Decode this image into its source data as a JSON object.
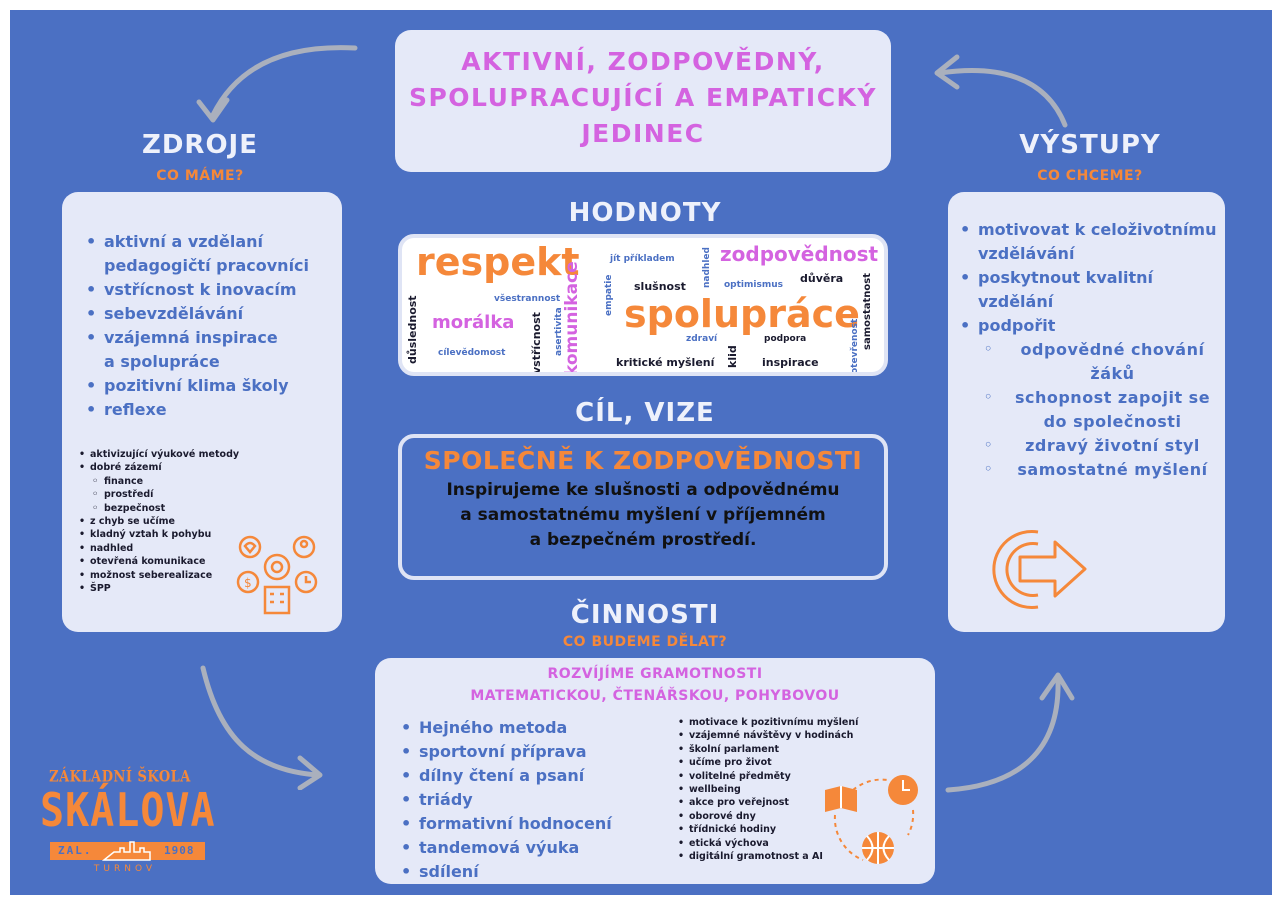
{
  "top_box": {
    "line1": "AKTIVNÍ, ZODPOVĚDNÝ,",
    "line2": "SPOLUPRACUJÍCÍ A EMPATICKÝ",
    "line3": "JEDINEC"
  },
  "zdroje": {
    "title": "ZDROJE",
    "subtitle": "CO MÁME?",
    "items": [
      "aktivní a vzdělaní",
      "pedagogičtí pracovníci",
      "vstřícnost k inovacím",
      "sebevzdělávání",
      "vzájemná inspirace",
      "a spolupráce",
      "pozitivní klima školy",
      "reflexe"
    ],
    "small_items": [
      "aktivizující výukové metody",
      "dobré zázemí",
      "finance",
      "prostředí",
      "bezpečnost",
      "z chyb se učíme",
      "kladný vztah k pohybu",
      "nadhled",
      "otevřená komunikace",
      "možnost seberealizace",
      "ŠPP"
    ]
  },
  "hodnoty": {
    "title": "HODNOTY",
    "words": [
      "respekt",
      "komunikace",
      "jít příkladem",
      "empatie",
      "slušnost",
      "nadhled",
      "zodpovědnost",
      "optimismus",
      "důvěra",
      "samostatnost",
      "důslednost",
      "všestrannost",
      "morálka",
      "asertivita",
      "vstřícnost",
      "spolupráce",
      "cílevědomost",
      "zdraví",
      "podpora",
      "otevřenost",
      "kritické myšlení",
      "klid",
      "inspirace"
    ]
  },
  "cil": {
    "title": "CÍL, VIZE",
    "headline": "SPOLEČNĚ K ZODPOVĚDNOSTI",
    "line1": "Inspirujeme ke slušnosti a odpovědnému",
    "line2": "a samostatnému myšlení v příjemném",
    "line3": "a bezpečném prostředí."
  },
  "vystupy": {
    "title": "VÝSTUPY",
    "subtitle": "CO CHCEME?",
    "items": [
      "motivovat k celoživotnímu",
      "vzdělávání",
      "poskytnout kvalitní",
      "vzdělání",
      "podpořit"
    ],
    "sub_items": [
      "odpovědné chování",
      "žáků",
      "schopnost zapojit se",
      "do společnosti",
      "zdravý životní styl",
      "samostatné myšlení"
    ]
  },
  "cinnosti": {
    "title": "ČINNOSTI",
    "subtitle": "CO BUDEME DĚLAT?",
    "heading1": "ROZVÍJÍME GRAMOTNOSTI",
    "heading2": "MATEMATICKOU, ČTENÁŘSKOU, POHYBOVOU",
    "items": [
      "Hejného metoda",
      "sportovní příprava",
      "dílny čtení a psaní",
      "triády",
      "formativní hodnocení",
      "tandemová výuka",
      "sdílení"
    ],
    "small_items": [
      "motivace k pozitivnímu myšlení",
      "vzájemné návštěvy v hodinách",
      "školní parlament",
      "učíme pro život",
      "volitelné předměty",
      "wellbeing",
      "akce pro veřejnost",
      "oborové dny",
      "třídnické hodiny",
      "etická výchova",
      "digitální gramotnost a AI"
    ]
  },
  "logo": {
    "line1": "ZÁKLADNÍ ŠKOLA",
    "name": "SKÁLOVA",
    "left": "ZAL.",
    "year": "1908",
    "town": "TURNOV"
  },
  "colors": {
    "background": "#4b70c3",
    "card": "#e5e9f8",
    "orange": "#f5883a",
    "pink": "#d463e0",
    "blue_text": "#4b70c3",
    "dark": "#1a1a2e"
  },
  "icons": [
    "people-gear-icon",
    "loop-arrow-icon",
    "book-clock-ball-icon"
  ]
}
